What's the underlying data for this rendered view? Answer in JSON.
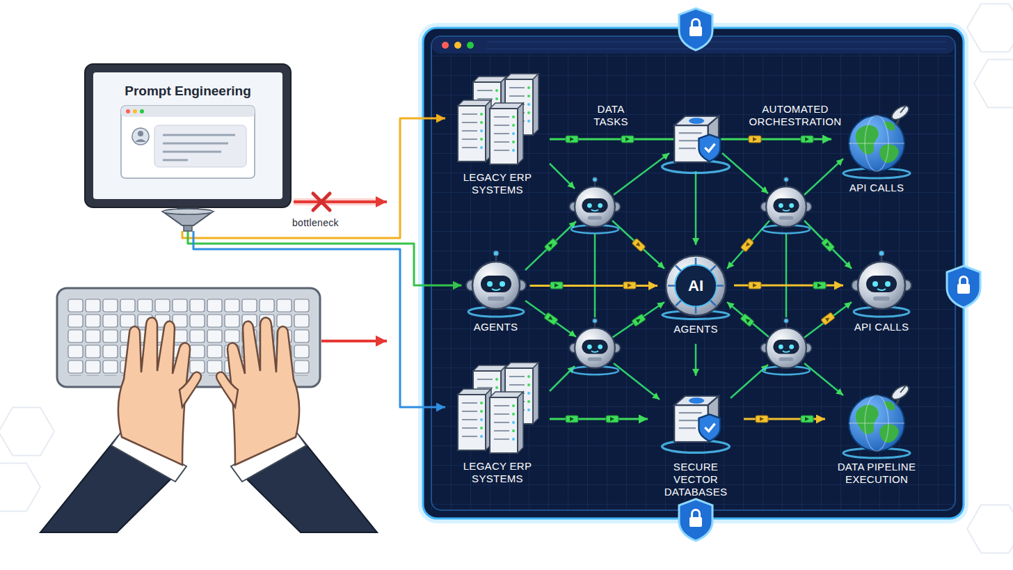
{
  "diagram": {
    "nodes": [
      {
        "text": [
          "Prompt Engineering"
        ]
      },
      {
        "text": [
          "LEGACY ERP SYSTEMS"
        ]
      },
      {
        "text": [
          "API CALLS"
        ]
      },
      {
        "text": [
          "AGENTS"
        ]
      },
      {
        "text": [
          "AI",
          "AGENTS"
        ]
      },
      {
        "text": [
          "API CALLS"
        ]
      },
      {
        "text": [
          "LEGACY ERP SYSTEMS"
        ]
      },
      {
        "text": [
          "SECURE VECTOR DATABASES"
        ]
      },
      {
        "text": [
          "DATA PIPELINE EXECUTION"
        ]
      }
    ],
    "edges": [
      {
        "from": 0,
        "to": 1,
        "arrow": "to"
      },
      {
        "from": 0,
        "to": 3,
        "arrow": "to"
      },
      {
        "from": 0,
        "to": 6,
        "arrow": "to"
      },
      {
        "from": 1,
        "to": 2,
        "arrow": "to"
      },
      {
        "from": 3,
        "to": 4,
        "arrow": "to"
      },
      {
        "from": 4,
        "to": 5,
        "arrow": "to"
      },
      {
        "from": 6,
        "to": 7,
        "arrow": "to"
      },
      {
        "from": 7,
        "to": 8,
        "arrow": "to"
      }
    ],
    "labels": [
      "bottleneck",
      "DATA TASKS",
      "AUTOMATED ORCHESTRATION"
    ]
  }
}
